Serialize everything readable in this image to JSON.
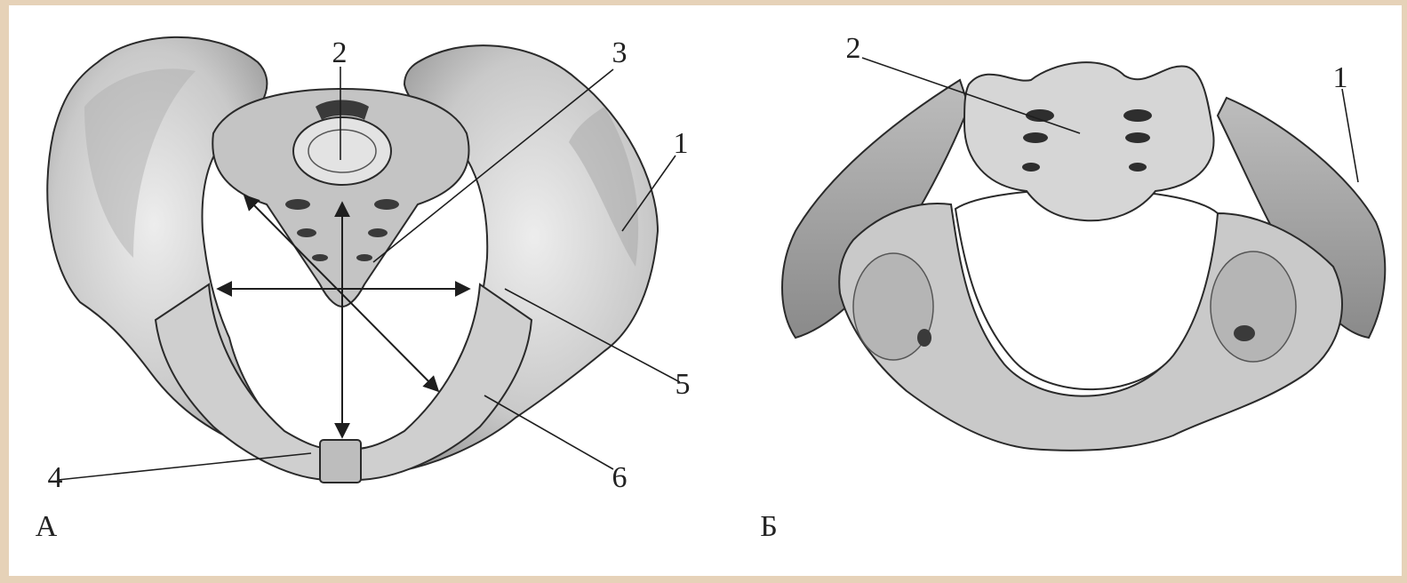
{
  "colors": {
    "frame": "#e6d2b8",
    "paper": "#ffffff",
    "bone_fill": "#d2d2d2",
    "bone_shade": "#9d9d9d",
    "bone_outline": "#2a2a2a",
    "pointer_line": "#1e1e1e"
  },
  "figure_a": {
    "panel_label": "А",
    "callouts": {
      "n1": "1",
      "n2": "2",
      "n3": "3",
      "n4": "4",
      "n5": "5",
      "n6": "6"
    }
  },
  "figure_b": {
    "panel_label": "Б",
    "callouts": {
      "n1": "1",
      "n2": "2"
    }
  }
}
